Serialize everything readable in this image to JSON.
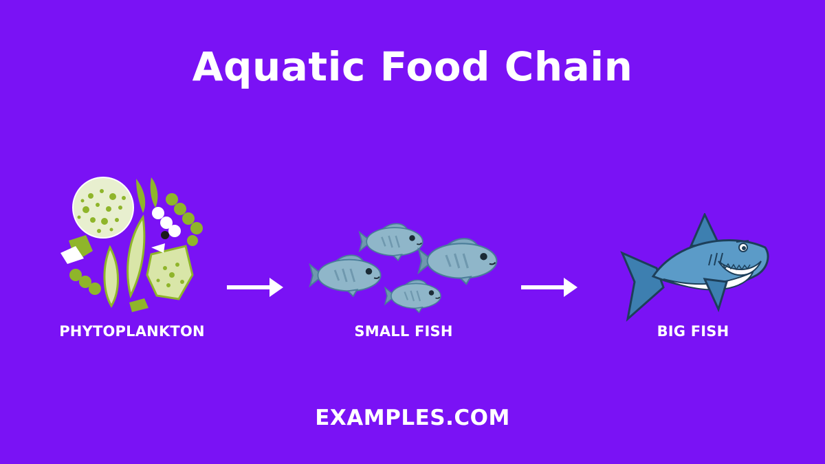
{
  "title": "Aquatic Food Chain",
  "nodes": [
    {
      "label": "PHYTOPLANKTON",
      "icon": "phytoplankton-icon"
    },
    {
      "label": "SMALL FISH",
      "icon": "small-fish-icon"
    },
    {
      "label": "BIG FISH",
      "icon": "shark-icon"
    }
  ],
  "arrows": [
    "arrow-right-icon",
    "arrow-right-icon"
  ],
  "footer": "EXAMPLES.COM",
  "colors": {
    "background": "#7a12f5",
    "text": "#ffffff",
    "plankton_green": "#8fb52a",
    "plankton_light": "#d9e6a8",
    "fish_blue": "#7fa9bf",
    "fish_dark": "#4a7d99",
    "shark_blue": "#3d7fb0"
  }
}
